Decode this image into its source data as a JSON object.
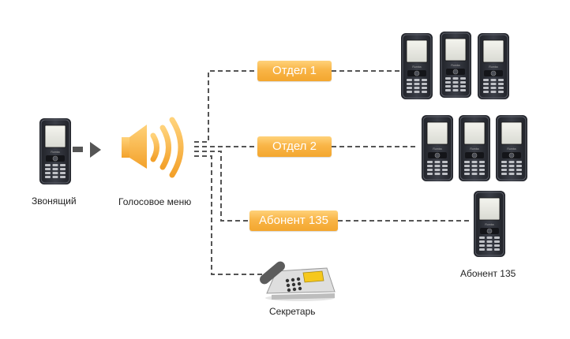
{
  "labels": {
    "caller": "Звонящий",
    "voice_menu": "Голосовое меню",
    "secretary": "Секретарь",
    "subscriber_phone": "Абонент 135"
  },
  "branches": {
    "dept1": "Отдел 1",
    "dept2": "Отдел 2",
    "subscriber": "Абонент 135"
  },
  "colors": {
    "accent": "#f5a833",
    "line": "#555555",
    "phone_body": "#2a2c33"
  },
  "icons": [
    "mobile-phone-icon",
    "arrow-right-icon",
    "speaker-icon",
    "desk-phone-icon"
  ]
}
